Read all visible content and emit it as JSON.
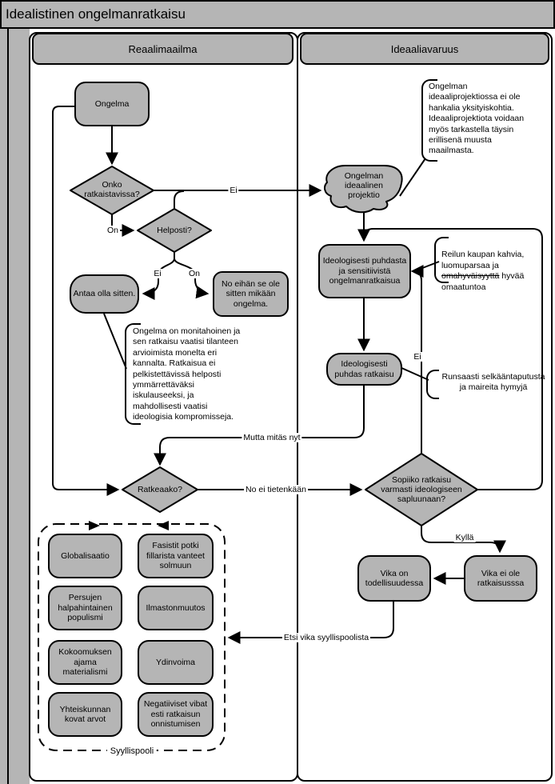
{
  "title": "Idealistinen ongelmanratkaisu",
  "lanes": {
    "left": "Reaalimaailma",
    "right": "Ideaaliavaruus"
  },
  "nodes": {
    "ongelma": "Ongelma",
    "antaa_olla": "Antaa olla sitten.",
    "no_eihan": "No eihän se ole sitten mikään ongelma.",
    "ideol_puhdasta": "Ideologisesti puhdasta ja sensitiivistä ongelmanratkaisua",
    "puhdas_ratkaisu": "Ideologisesti puhdas ratkaisu",
    "vika_on": "Vika on todellisuudessa",
    "vika_ei": "Vika ei ole ratkaisusssa"
  },
  "decisions": {
    "onko": "Onko\nratkaistavissa?",
    "helposti": "Helposti?",
    "ratkeaako": "Ratkeaako?",
    "sopiiko": "Sopiiko ratkaisu\nvarmasti ideologiseen\nsapluunaan?"
  },
  "cloud": {
    "label": "Ongelman\nideaalinen\nprojektio"
  },
  "edge_labels": {
    "ei_onko": "Ei",
    "on_onko": "On",
    "ei_helposti": "Ei",
    "on_helposti": "On",
    "mutta": "Mutta mitäs nyt",
    "no_ei": "No ei tietenkään",
    "ei_sopiiko": "Ei",
    "kylla": "Kyllä",
    "etsi": "Etsi vika syyllispoolista"
  },
  "notes": {
    "monitahoinen": "Ongelma on monitahoinen ja\nsen ratkaisu vaatisi tilanteen\narvioimista monelta eri\nkannalta. Ratkaisua ei\npelkistettävissä helposti\nymmärrettäväksi\niskulauseeksi, ja\nmahdollisesti vaatisi\nideologisia kompromisseja.",
    "ideaaliprojektio": "Ongelman\nideaaliprojektiossa ei ole\nhankalia yksityiskohtia.\nIdeaaliprojektiota voidaan\nmyös tarkastella täysin\nerillisenä muusta\nmaailmasta.",
    "reilu_pre": "Reilun kaupan kahvia,\nluomuparsaa ja\n",
    "reilu_strike": "omahyväisyyttä",
    "reilu_post": " hyvää\nomaatuntoa",
    "runsaasti": "Runsaasti selkääntaputusta\nja maireita hymyjä"
  },
  "pool": {
    "label": "Syyllispooli",
    "items": [
      {
        "label": "Globalisaatio"
      },
      {
        "label": "Fasistit potki fillarista vanteet solmuun"
      },
      {
        "label": "Persujen halpahintainen populismi"
      },
      {
        "label": "Ilmastonmuutos"
      },
      {
        "label": "Kokoomuksen ajama materialismi"
      },
      {
        "label": "Ydinvoima"
      },
      {
        "label": "Yhteiskunnan kovat arvot"
      },
      {
        "label": "Negatiiviset vibat esti ratkaisun onnistumisen"
      }
    ]
  },
  "colors": {
    "shape_fill": "#b5b5b5",
    "line": "#000000",
    "background": "#ffffff"
  }
}
